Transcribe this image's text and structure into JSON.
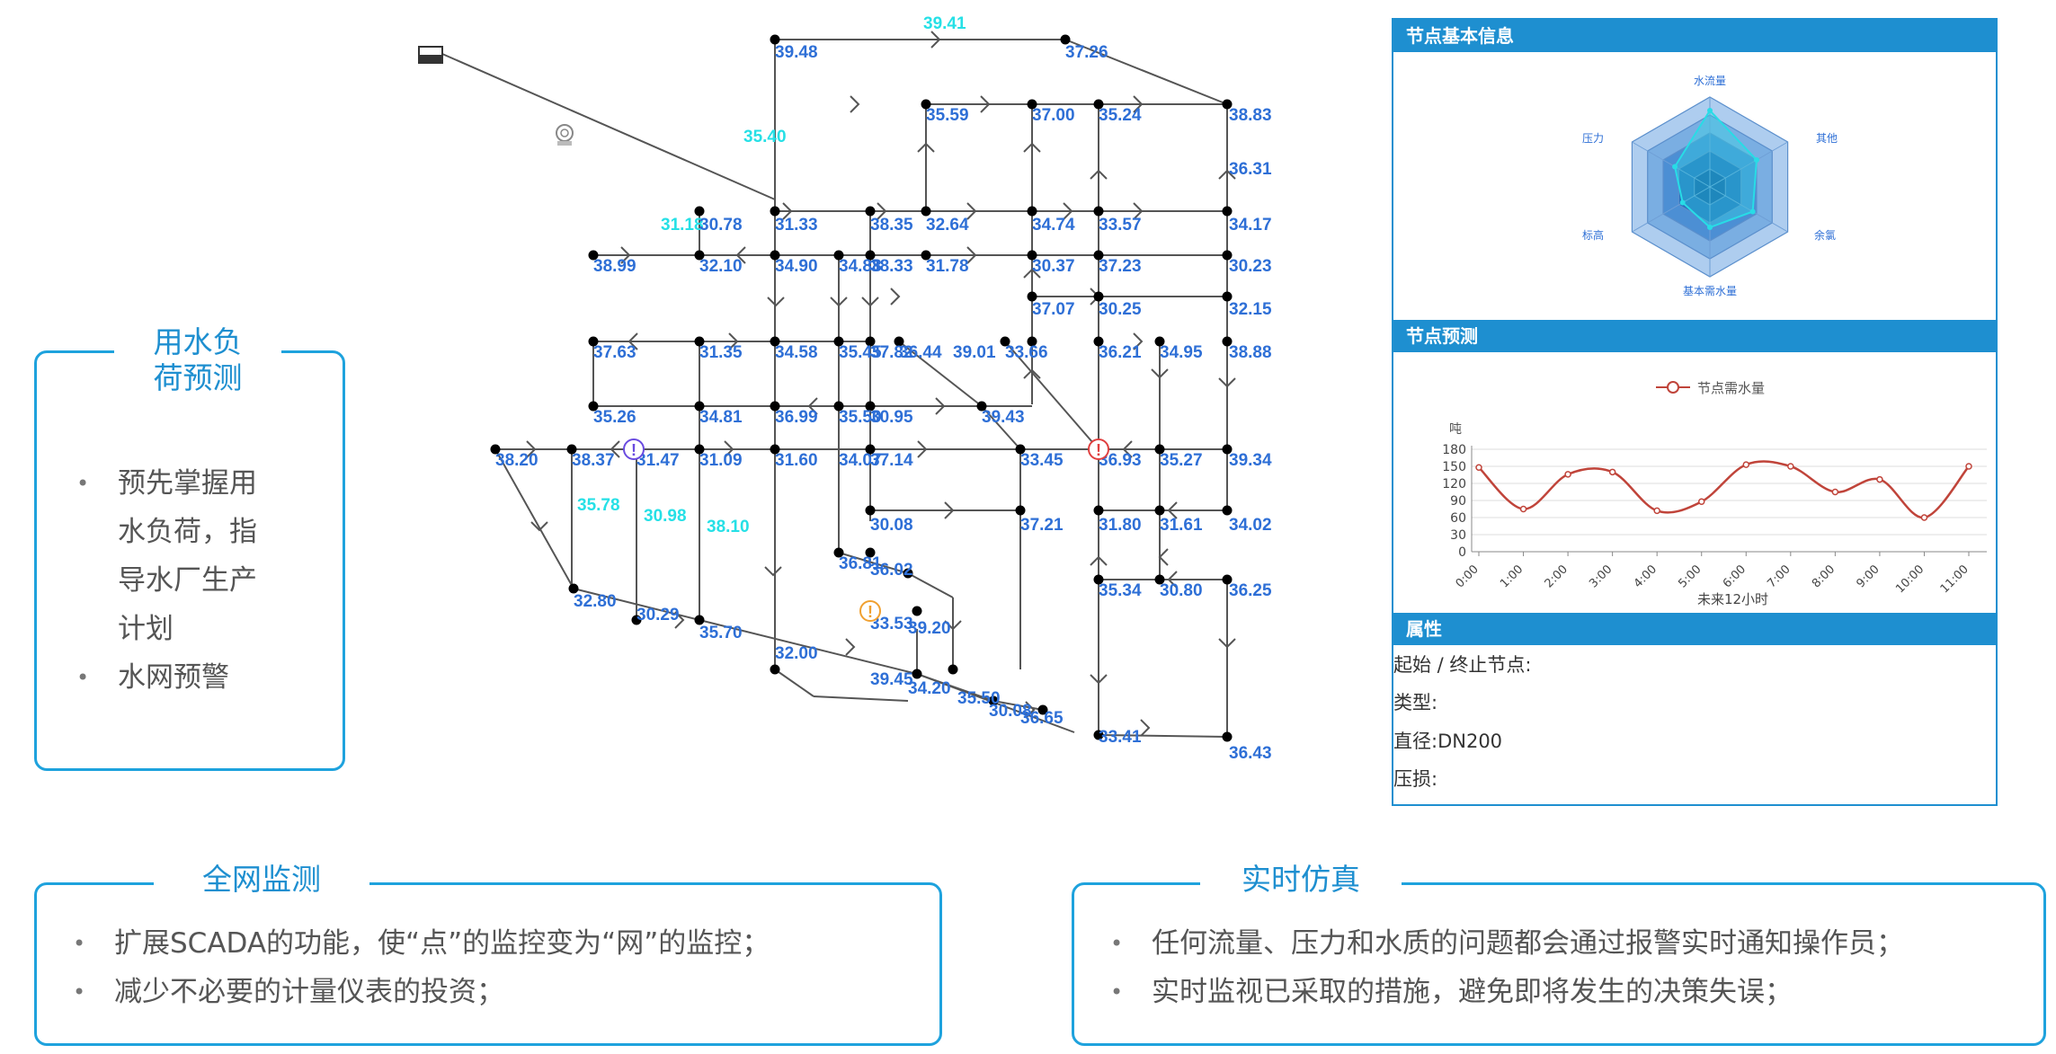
{
  "network": {
    "node_values": [
      {
        "value": "39.48",
        "color": "#2e6fd6"
      },
      {
        "value": "39.41",
        "color": "#26e0e6"
      },
      {
        "value": "37.26",
        "color": "#2e6fd6"
      },
      {
        "value": "35.59",
        "color": "#2e6fd6"
      },
      {
        "value": "37.00",
        "color": "#2e6fd6"
      },
      {
        "value": "35.24",
        "color": "#2e6fd6"
      },
      {
        "value": "38.83",
        "color": "#2e6fd6"
      },
      {
        "value": "35.40",
        "color": "#26e0e6"
      },
      {
        "value": "36.31",
        "color": "#2e6fd6"
      },
      {
        "value": "31.18",
        "color": "#26e0e6"
      },
      {
        "value": "30.78",
        "color": "#2e6fd6"
      },
      {
        "value": "31.33",
        "color": "#2e6fd6"
      },
      {
        "value": "38.35",
        "color": "#2e6fd6"
      },
      {
        "value": "32.64",
        "color": "#2e6fd6"
      },
      {
        "value": "34.74",
        "color": "#2e6fd6"
      },
      {
        "value": "33.57",
        "color": "#2e6fd6"
      },
      {
        "value": "34.17",
        "color": "#2e6fd6"
      },
      {
        "value": "38.99",
        "color": "#2e6fd6"
      },
      {
        "value": "32.10",
        "color": "#2e6fd6"
      },
      {
        "value": "34.90",
        "color": "#2e6fd6"
      },
      {
        "value": "34.88",
        "color": "#2e6fd6"
      },
      {
        "value": "38.33",
        "color": "#2e6fd6"
      },
      {
        "value": "31.78",
        "color": "#2e6fd6"
      },
      {
        "value": "30.37",
        "color": "#2e6fd6"
      },
      {
        "value": "37.23",
        "color": "#2e6fd6"
      },
      {
        "value": "30.23",
        "color": "#2e6fd6"
      },
      {
        "value": "37.07",
        "color": "#2e6fd6"
      },
      {
        "value": "30.25",
        "color": "#2e6fd6"
      },
      {
        "value": "32.15",
        "color": "#2e6fd6"
      },
      {
        "value": "37.63",
        "color": "#2e6fd6"
      },
      {
        "value": "31.35",
        "color": "#2e6fd6"
      },
      {
        "value": "34.58",
        "color": "#2e6fd6"
      },
      {
        "value": "35.45",
        "color": "#2e6fd6"
      },
      {
        "value": "37.82",
        "color": "#2e6fd6"
      },
      {
        "value": "36.44",
        "color": "#2e6fd6"
      },
      {
        "value": "39.01",
        "color": "#2e6fd6"
      },
      {
        "value": "33.66",
        "color": "#2e6fd6"
      },
      {
        "value": "36.21",
        "color": "#2e6fd6"
      },
      {
        "value": "34.95",
        "color": "#2e6fd6"
      },
      {
        "value": "38.88",
        "color": "#2e6fd6"
      },
      {
        "value": "35.26",
        "color": "#2e6fd6"
      },
      {
        "value": "34.81",
        "color": "#2e6fd6"
      },
      {
        "value": "36.99",
        "color": "#2e6fd6"
      },
      {
        "value": "35.50",
        "color": "#2e6fd6"
      },
      {
        "value": "30.95",
        "color": "#2e6fd6"
      },
      {
        "value": "39.43",
        "color": "#2e6fd6"
      },
      {
        "value": "38.20",
        "color": "#2e6fd6"
      },
      {
        "value": "38.37",
        "color": "#2e6fd6"
      },
      {
        "value": "31.47",
        "color": "#2e6fd6"
      },
      {
        "value": "31.09",
        "color": "#2e6fd6"
      },
      {
        "value": "31.60",
        "color": "#2e6fd6"
      },
      {
        "value": "34.07",
        "color": "#2e6fd6"
      },
      {
        "value": "37.14",
        "color": "#2e6fd6"
      },
      {
        "value": "33.45",
        "color": "#2e6fd6"
      },
      {
        "value": "36.93",
        "color": "#2e6fd6"
      },
      {
        "value": "35.27",
        "color": "#2e6fd6"
      },
      {
        "value": "39.34",
        "color": "#2e6fd6"
      },
      {
        "value": "35.78",
        "color": "#26e0e6"
      },
      {
        "value": "30.98",
        "color": "#26e0e6"
      },
      {
        "value": "38.10",
        "color": "#26e0e6"
      },
      {
        "value": "30.08",
        "color": "#2e6fd6"
      },
      {
        "value": "37.21",
        "color": "#2e6fd6"
      },
      {
        "value": "31.80",
        "color": "#2e6fd6"
      },
      {
        "value": "31.61",
        "color": "#2e6fd6"
      },
      {
        "value": "34.02",
        "color": "#2e6fd6"
      },
      {
        "value": "36.81",
        "color": "#2e6fd6"
      },
      {
        "value": "36.02",
        "color": "#2e6fd6"
      },
      {
        "value": "35.34",
        "color": "#2e6fd6"
      },
      {
        "value": "30.80",
        "color": "#2e6fd6"
      },
      {
        "value": "36.25",
        "color": "#2e6fd6"
      },
      {
        "value": "32.80",
        "color": "#2e6fd6"
      },
      {
        "value": "30.29",
        "color": "#2e6fd6"
      },
      {
        "value": "35.70",
        "color": "#2e6fd6"
      },
      {
        "value": "33.53",
        "color": "#2e6fd6"
      },
      {
        "value": "39.20",
        "color": "#2e6fd6"
      },
      {
        "value": "32.00",
        "color": "#2e6fd6"
      },
      {
        "value": "39.45",
        "color": "#2e6fd6"
      },
      {
        "value": "34.20",
        "color": "#2e6fd6"
      },
      {
        "value": "35.50",
        "color": "#2e6fd6"
      },
      {
        "value": "30.08",
        "color": "#2e6fd6"
      },
      {
        "value": "36.65",
        "color": "#2e6fd6"
      },
      {
        "value": "33.41",
        "color": "#2e6fd6"
      },
      {
        "value": "36.43",
        "color": "#2e6fd6"
      }
    ],
    "alerts": [
      {
        "color": "#6a4be0"
      },
      {
        "color": "#e04040"
      },
      {
        "color": "#f0a030"
      }
    ]
  },
  "info_panel": {
    "basic_info": {
      "title": "节点基本信息",
      "radar_labels": [
        "水流量",
        "其他",
        "余氯",
        "基本需水量",
        "标高",
        "压力"
      ]
    },
    "forecast": {
      "title": "节点预测",
      "legend": "节点需水量",
      "yunit": "吨",
      "xlabel": "未来12小时",
      "line_color": "#c0443a"
    },
    "properties": {
      "title": "属性",
      "lines": [
        "起始 / 终止节点:",
        "类型:",
        "直径:DN200",
        "压损:"
      ]
    }
  },
  "chart_data": [
    {
      "type": "line",
      "title": "",
      "categories": [
        "0:00",
        "1:00",
        "2:00",
        "3:00",
        "4:00",
        "5:00",
        "6:00",
        "7:00",
        "8:00",
        "9:00",
        "10:00",
        "11:00"
      ],
      "series": [
        {
          "name": "节点需水量",
          "values": [
            148,
            75,
            136,
            140,
            72,
            88,
            153,
            150,
            105,
            127,
            60,
            150
          ]
        }
      ],
      "xlabel": "未来12小时",
      "ylabel": "吨",
      "ylim": [
        0,
        180
      ],
      "yticks": [
        0,
        30,
        60,
        90,
        120,
        150,
        180
      ],
      "grid": true,
      "legend": "top-center"
    }
  ],
  "boxes": {
    "load": {
      "title_line1": "用水负",
      "title_line2": "荷预测",
      "items": [
        {
          "lines": [
            "预先掌握用",
            "水负荷，指",
            "导水厂生产",
            "计划"
          ]
        },
        {
          "lines": [
            "水网预警"
          ]
        }
      ]
    },
    "monitor": {
      "title": "全网监测",
      "items": [
        "扩展SCADA的功能，使“点”的监控变为“网”的监控；",
        "减少不必要的计量仪表的投资；"
      ]
    },
    "sim": {
      "title": "实时仿真",
      "items": [
        "任何流量、压力和水质的问题都会通过报警实时通知操作员；",
        "实时监视已采取的措施，避免即将发生的决策失误；"
      ]
    }
  }
}
